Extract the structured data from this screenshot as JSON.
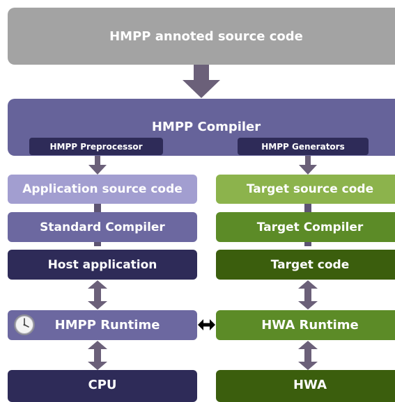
{
  "top_box": "HMPP annoted source code",
  "compiler": {
    "title": "HMPP Compiler",
    "preprocessor": "HMPP Preprocessor",
    "generators": "HMPP Generators"
  },
  "left_column": {
    "source": "Application source code",
    "compiler": "Standard Compiler",
    "output": "Host application",
    "runtime": "HMPP Runtime",
    "device": "CPU"
  },
  "right_column": {
    "source": "Target source code",
    "compiler": "Target Compiler",
    "output": "Target code",
    "runtime": "HWA Runtime",
    "device": "HWA"
  },
  "icons": {
    "clock": "clock-icon",
    "arrow": "arrow-icon"
  },
  "colors": {
    "gray": "#a3a3a3",
    "compiler_purple": "#66639a",
    "dark_purple": "#2e2b58",
    "light_purple": "#a29ed0",
    "mid_purple": "#6c68a0",
    "light_green": "#8cb34c",
    "mid_green": "#5c8b27",
    "dark_green": "#3b5e0d",
    "arrow": "#6b6079"
  }
}
